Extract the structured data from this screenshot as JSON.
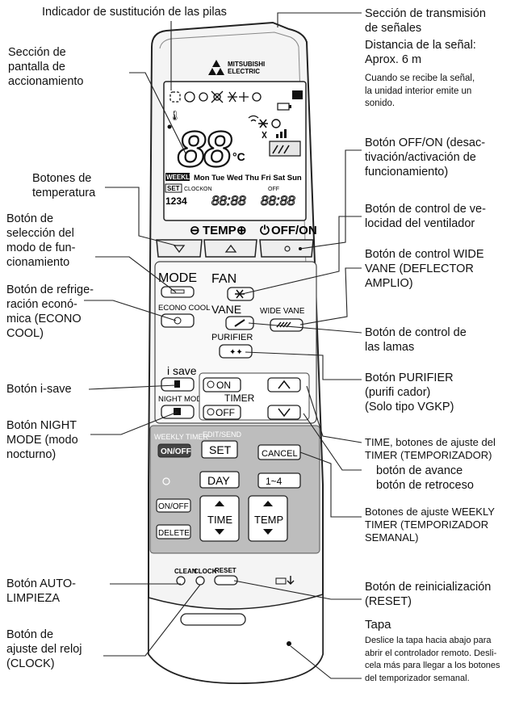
{
  "labels": {
    "battery_indicator": "Indicador de sustitución de las pilas",
    "display_section": "Sección de\npantalla de\naccionamiento",
    "temp_buttons": "Botones de\ntemperatura",
    "mode_button": "Botón de\nselección del\nmodo de fun-\ncionamiento",
    "econo_cool_button": "Botón de refrige-\nración econó-\nmica (ECONO\nCOOL)",
    "isave_button": "Botón i-save",
    "night_mode_button": "Botón NIGHT\nMODE (modo\nnocturno)",
    "auto_clean_button": "Botón AUTO-\nLIMPIEZA",
    "clock_button": "Botón de\najuste del reloj\n(CLOCK)",
    "transmission_title": "Sección de transmisión\nde señales",
    "transmission_distance": "Distancia de la señal:\nAprox. 6 m",
    "transmission_note": "Cuando se recibe la señal,\nla unidad interior emite un\nsonido.",
    "off_on_button": "Botón OFF/ON (desac-\ntivación/activación de\nfuncionamiento)",
    "fan_button": "Botón de control de ve-\nlocidad del ventilador",
    "wide_vane_button": "Botón de control WIDE\nVANE (DEFLECTOR\nAMPLIO)",
    "vane_button": "Botón de control de\nlas lamas",
    "purifier_button": "Botón PURIFIER\n(purifi cador)\n(Solo tipo VGKP)",
    "timer_buttons": "TIME, botones de ajuste del\nTIMER (TEMPORIZADOR)",
    "timer_sub": "botón de avance\nbotón de retroceso",
    "weekly_timer_buttons": "Botones de ajuste WEEKLY\nTIMER (TEMPORIZADOR\nSEMANAL)",
    "reset_button": "Botón de reinicialización\n(RESET)",
    "cover_title": "Tapa",
    "cover_note": "Deslice la tapa hacia abajo para\nabrir el controlador remoto. Desli-\ncela más para llegar a los botones\ndel temporizador semanal."
  },
  "remote": {
    "brand_line1": "MITSUBISHI",
    "brand_line2": "ELECTRIC",
    "lcd_temp": "88",
    "lcd_unit": "°C",
    "lcd_weekly": "WEEKLY",
    "lcd_days": "Mon Tue Wed Thu Fri Sat Sun",
    "lcd_set": "SET",
    "lcd_clock": "CLOCK",
    "lcd_on_small": "ON",
    "lcd_off_small": "OFF",
    "lcd_prog": "1234",
    "lcd_time1": "88:88",
    "lcd_time2": "88:88",
    "temp_label": "TEMP",
    "off_on_label": "OFF/ON",
    "mode": "MODE",
    "econo_cool": "ECONO COOL",
    "fan": "FAN",
    "vane": "VANE",
    "wide_vane": "WIDE VANE",
    "purifier": "PURIFIER",
    "isave": "i save",
    "night_mode": "NIGHT MODE",
    "on": "ON",
    "timer": "TIMER",
    "off": "OFF",
    "weekly_timer": "WEEKLY TIMER",
    "on_off": "ON/OFF",
    "edit_send": "EDIT/SEND",
    "set": "SET",
    "cancel": "CANCEL",
    "day": "DAY",
    "range": "1~4",
    "on_off_2": "ON/OFF",
    "time": "TIME",
    "temp": "TEMP",
    "delete": "DELETE",
    "clean": "CLEAN",
    "clock": "CLOCK",
    "reset": "RESET"
  }
}
